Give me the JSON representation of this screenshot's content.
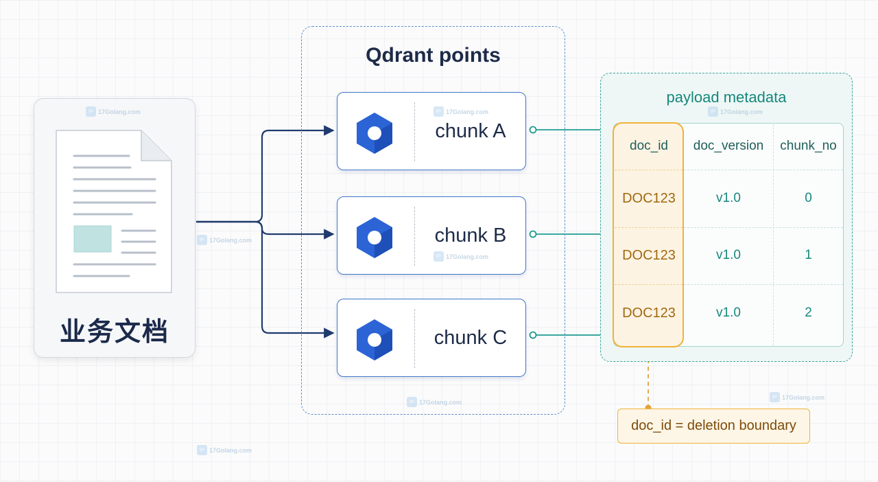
{
  "source_document": {
    "title": "业务文档"
  },
  "qdrant": {
    "title": "Qdrant points",
    "chunks": [
      {
        "label": "chunk A"
      },
      {
        "label": "chunk B"
      },
      {
        "label": "chunk C"
      }
    ]
  },
  "payload": {
    "title": "payload metadata",
    "headers": [
      "doc_id",
      "doc_version",
      "chunk_no"
    ],
    "rows": [
      [
        "DOC123",
        "v1.0",
        "0"
      ],
      [
        "DOC123",
        "v1.0",
        "1"
      ],
      [
        "DOC123",
        "v1.0",
        "2"
      ]
    ]
  },
  "boundary_note": "doc_id = deletion boundary",
  "watermark": "17Golang.com",
  "colors": {
    "doc_arrow": "#1f3a6e",
    "chunk_border": "#3f76c9",
    "hex_icon": "#2c64d6",
    "payload_teal": "#1f9c90",
    "highlight_orange": "#f0b237"
  }
}
